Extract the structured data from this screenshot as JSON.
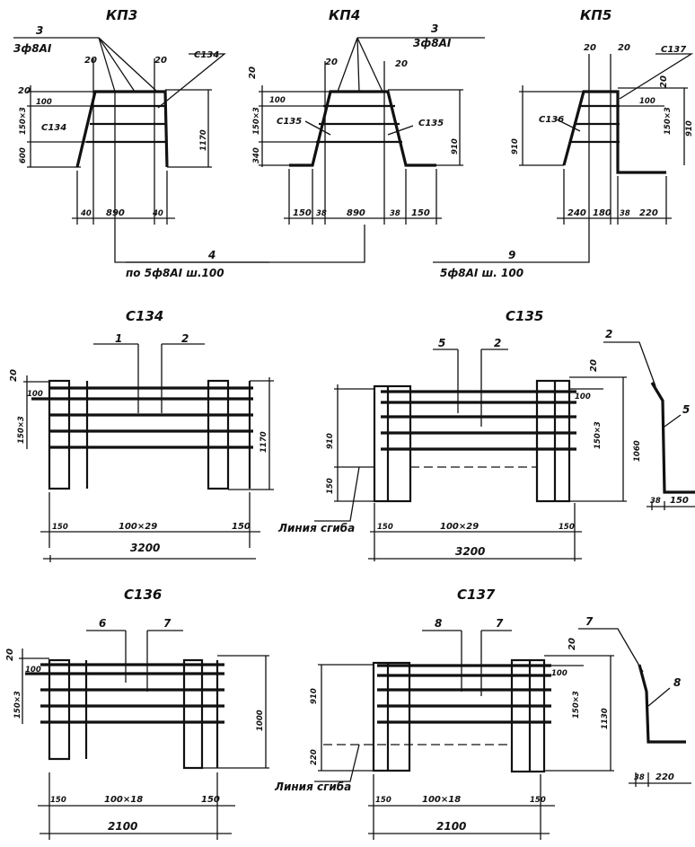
{
  "sections": {
    "kp3": {
      "title": "КП3",
      "callout_num": "3",
      "callout_spec": "3ф8АI",
      "mesh": "С134",
      "dims": {
        "a": "20",
        "b": "20",
        "c": "20",
        "d": "100",
        "e": "150×3",
        "f": "600",
        "h": "1170",
        "w1": "40",
        "w2": "890",
        "w3": "40"
      }
    },
    "kp4": {
      "title": "КП4",
      "callout_num": "3",
      "callout_spec": "3ф8АI",
      "mesh": "С135",
      "dims": {
        "a": "20",
        "b": "20",
        "c": "20",
        "d": "100",
        "e": "150×3",
        "f": "340",
        "h": "910",
        "w1": "150",
        "w2": "38",
        "w3": "890",
        "w4": "38",
        "w5": "150"
      }
    },
    "kp5": {
      "title": "КП5",
      "mesh_a": "С137",
      "mesh_b": "С136",
      "dims": {
        "a": "20",
        "b": "20",
        "c": "20",
        "d": "100",
        "e": "150×3",
        "h1": "910",
        "h2": "910",
        "w1": "240",
        "w2": "180",
        "w3": "38",
        "w4": "220"
      }
    },
    "bottom_callouts": {
      "left_num": "4",
      "left_spec": "по 5ф8АI ш.100",
      "right_num": "9",
      "right_spec": "5ф8АI ш. 100"
    },
    "c134": {
      "title": "С134",
      "pos1": "1",
      "pos2": "2",
      "d1": "20",
      "d2": "100",
      "d3": "150×3",
      "h": "1170",
      "s1": "150",
      "s2": "100×29",
      "s3": "150",
      "total": "3200"
    },
    "c135": {
      "title": "С135",
      "pos1": "5",
      "pos2": "2",
      "d1": "20",
      "d2": "100",
      "d3": "150×3",
      "h1": "910",
      "h2": "150",
      "h": "1060",
      "s1": "150",
      "s2": "100×29",
      "s3": "150",
      "total": "3200",
      "bend_label": "Линия сгиба",
      "side": {
        "p1": "2",
        "p2": "5",
        "w1": "38",
        "w2": "150"
      }
    },
    "c136": {
      "title": "С136",
      "pos1": "6",
      "pos2": "7",
      "d1": "20",
      "d2": "100",
      "d3": "150×3",
      "h": "1000",
      "s1": "150",
      "s2": "100×18",
      "s3": "150",
      "total": "2100"
    },
    "c137": {
      "title": "С137",
      "pos1": "8",
      "pos2": "7",
      "d1": "20",
      "d2": "100",
      "d3": "150×3",
      "h1": "910",
      "h2": "220",
      "h": "1130",
      "s1": "150",
      "s2": "100×18",
      "s3": "150",
      "total": "2100",
      "bend_label": "Линия сгиба",
      "side": {
        "p1": "7",
        "p2": "8",
        "w1": "38",
        "w2": "220"
      }
    }
  }
}
